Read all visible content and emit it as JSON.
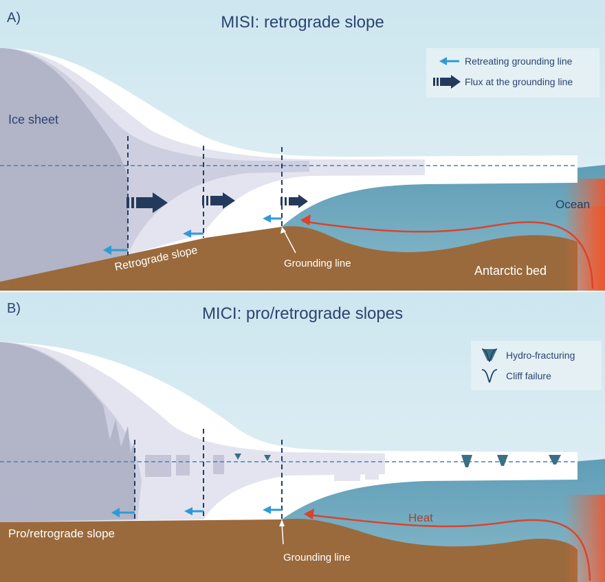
{
  "panel_a": {
    "letter": "A)",
    "title": "MISI: retrograde slope",
    "labels": {
      "ice_sheet": "Ice sheet",
      "ocean": "Ocean",
      "retrograde_slope": "Retrograde slope",
      "grounding_line": "Grounding line",
      "antarctic_bed": "Antarctic bed"
    },
    "legend": [
      {
        "icon": "retreat-arrow-icon",
        "label": "Retreating grounding line"
      },
      {
        "icon": "flux-arrow-icon",
        "label": "Flux at the grounding line"
      }
    ]
  },
  "panel_b": {
    "letter": "B)",
    "title": "MICI: pro/retrograde slopes",
    "labels": {
      "slope": "Pro/retrograde slope",
      "heat": "Heat",
      "grounding_line": "Grounding line"
    },
    "legend": [
      {
        "icon": "hydro-fracturing-icon",
        "label": "Hydro-fracturing"
      },
      {
        "icon": "cliff-failure-icon",
        "label": "Cliff failure"
      }
    ]
  },
  "colors": {
    "sky": "#cfe7f0",
    "ice_dark": "#b3b5c9",
    "ice_mid": "#d0d2e2",
    "ice_light": "#e6e7f1",
    "ocean": "#6aa6bd",
    "bed": "#9a6a3c",
    "retreat_arrow": "#2f9ad6",
    "flux_arrow": "#243a5c",
    "heat": "#d9442a"
  }
}
